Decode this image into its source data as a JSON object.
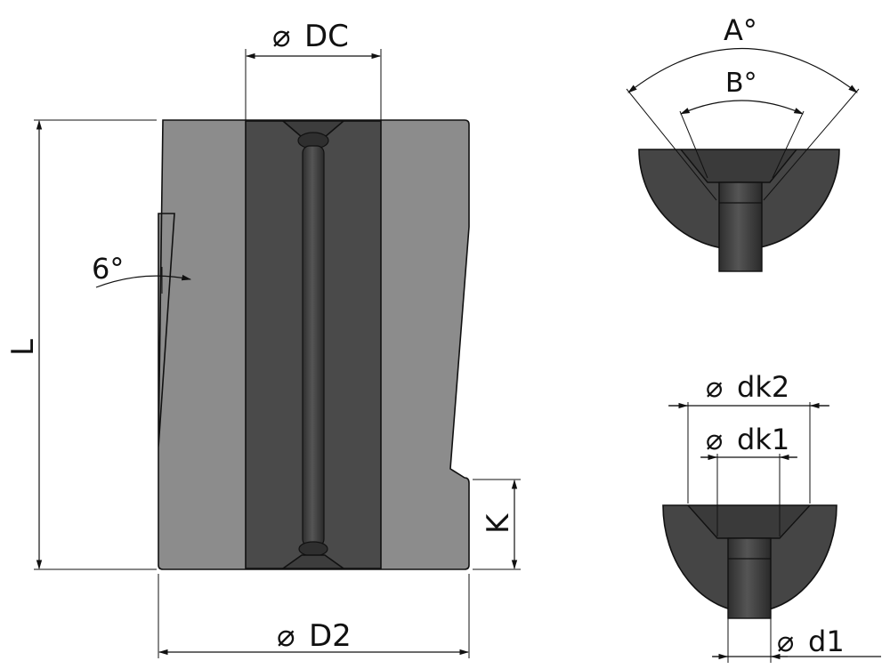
{
  "labels": {
    "dc": "DC",
    "d2": "D2",
    "l": "L",
    "k": "K",
    "angle_6": "6°",
    "a": "A°",
    "b": "B°",
    "dk2": "dk2",
    "dk1": "dk1",
    "d1": "d1",
    "diameter_symbol": "⌀"
  },
  "colors": {
    "outer_body": "#8c8c8c",
    "inner_body": "#4a4a4a",
    "bore": "#3a3a3a",
    "dark_cap": "#454545",
    "line": "#111111",
    "background": "#ffffff"
  }
}
